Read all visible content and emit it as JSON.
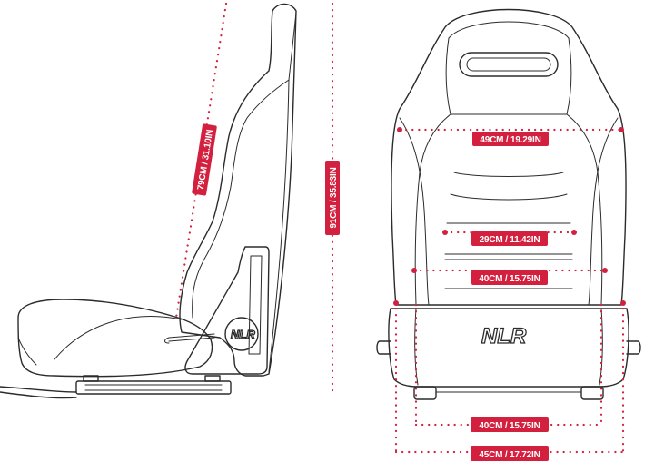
{
  "brand": {
    "logo_text": "NLR"
  },
  "colors": {
    "accent": "#d3203f",
    "line": "#2b2b2b",
    "background": "#ffffff"
  },
  "dimensions": {
    "side_height": "79CM / 31.10IN",
    "total_height": "91CM / 35.83IN",
    "shoulder_width": "49CM / 19.29IN",
    "lumbar_width": "29CM / 11.42IN",
    "hip_width": "40CM / 15.75IN",
    "base_inner_width": "40CM / 15.75IN",
    "base_outer_width": "45CM / 17.72IN"
  }
}
